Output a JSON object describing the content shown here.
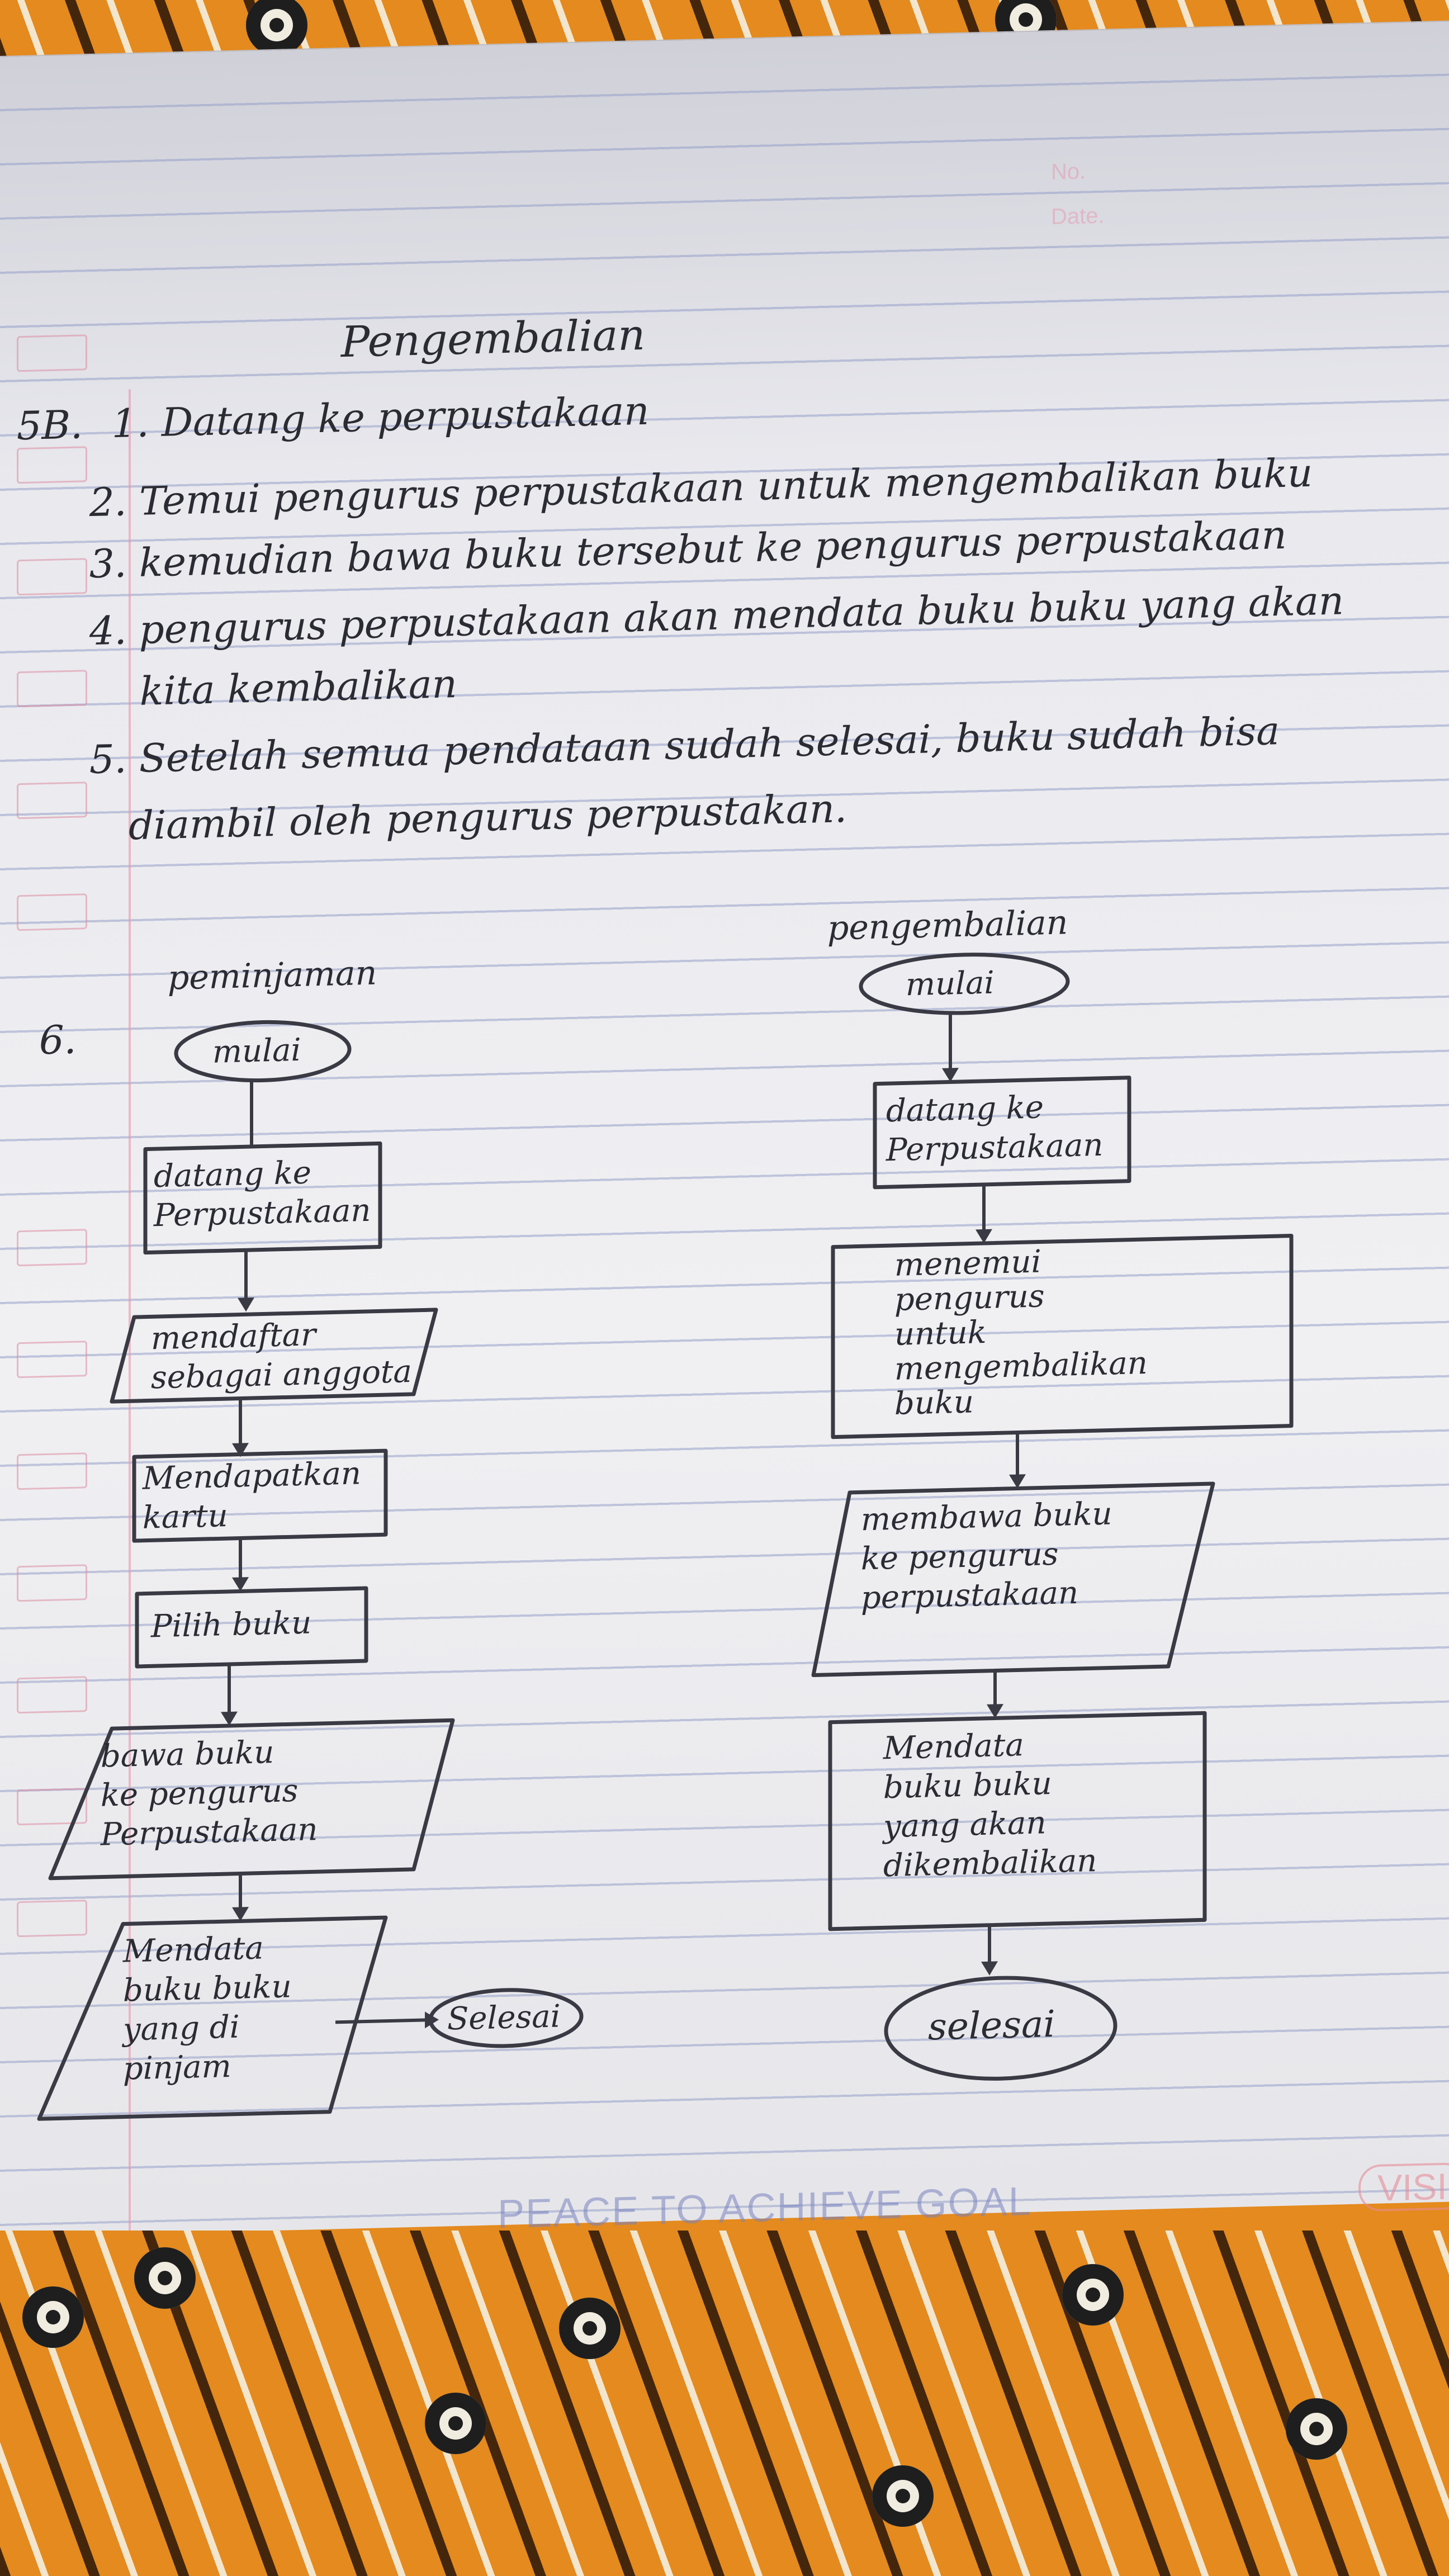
{
  "heading": "Pengembalian",
  "question_label": "5B.",
  "steps": [
    "1. Datang ke perpustakaan",
    "2. Temui pengurus perpustakaan untuk mengembalikan buku",
    "3. kemudian bawa buku tersebut ke pengurus perpustakaan",
    "4. pengurus perpustakaan akan mendata buku buku yang akan",
    "kita kembalikan",
    "5. Setelah semua pendataan sudah selesai, buku sudah bisa",
    "diambil oleh pengurus perpustakan."
  ],
  "question6_label": "6.",
  "flow_left": {
    "title": "peminjaman",
    "nodes": [
      "mulai",
      "datang ke\nPerpustakaan",
      "mendaftar\nsebagai anggota",
      "Mendapatkan\nkartu",
      "Pilih buku",
      "bawa buku\nke pengurus\nPerpustakaan",
      "Mendata\nbuku buku\nyang di\npinjam",
      "Selesai"
    ]
  },
  "flow_right": {
    "title": "pengembalian",
    "nodes": [
      "mulai",
      "datang ke\nPerpustakaan",
      "menemui\npengurus\nuntuk\nmengembalikan\nbuku",
      "membawa buku\nke pengurus\nperpustakaan",
      "Mendata\nbuku buku\nyang akan\ndikembalikan",
      "selesai"
    ]
  },
  "footer_print": "PEACE TO ACHIEVE GOAL",
  "footer_badge": "VISI",
  "corner_labels": [
    "No.",
    "Date."
  ]
}
